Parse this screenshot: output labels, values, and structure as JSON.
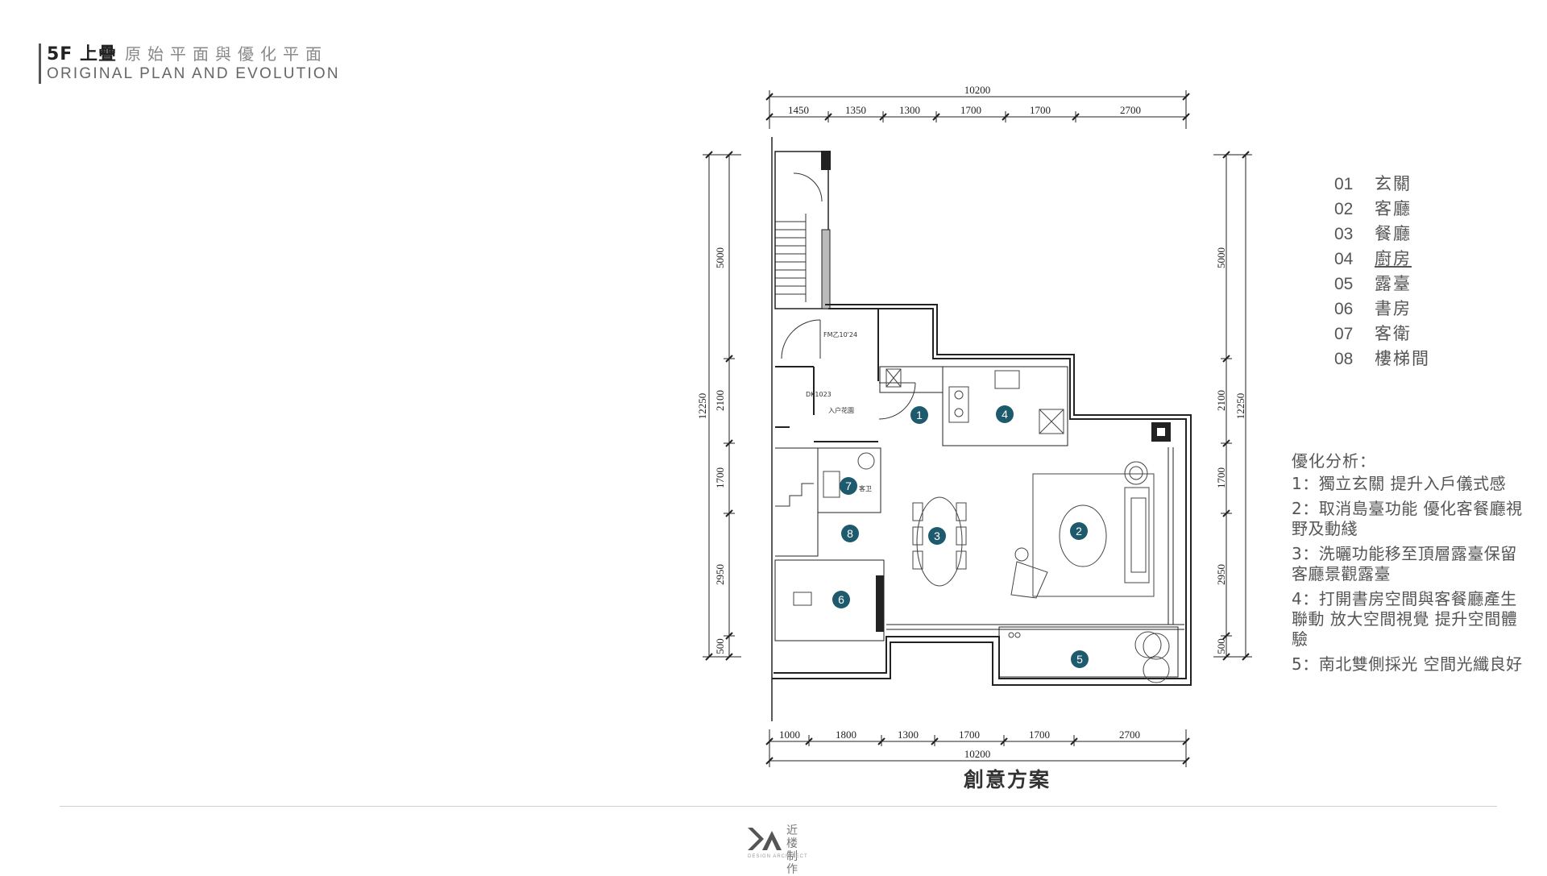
{
  "header": {
    "title_bold": "5F 上疊",
    "title_sub": "原始平面與優化平面",
    "subtitle_en": "ORIGINAL PLAN AND EVOLUTION"
  },
  "plan": {
    "top_total": "10200",
    "top_segments": [
      "1450",
      "1350",
      "1300",
      "1700",
      "1700",
      "2700"
    ],
    "bottom_total": "10200",
    "bottom_segments": [
      "1000",
      "1800",
      "1300",
      "1700",
      "1700",
      "2700"
    ],
    "left_total": "12250",
    "left_segments": [
      "5000",
      "2100",
      "1700",
      "2950",
      "500"
    ],
    "right_total": "12250",
    "right_segments": [
      "5000",
      "2100",
      "1700",
      "2950",
      "500"
    ],
    "room_labels": {
      "door_fm": "FM乙10'24",
      "dk": "DK1023",
      "entry_garden": "入户花園",
      "guest_wc": "客卫"
    },
    "markers": [
      "1",
      "2",
      "3",
      "4",
      "5",
      "6",
      "7",
      "8"
    ]
  },
  "legend": [
    {
      "num": "01",
      "label": "玄關"
    },
    {
      "num": "02",
      "label": "客廳"
    },
    {
      "num": "03",
      "label": "餐廳"
    },
    {
      "num": "04",
      "label": "廚房"
    },
    {
      "num": "05",
      "label": "露臺"
    },
    {
      "num": "06",
      "label": "書房"
    },
    {
      "num": "07",
      "label": "客衛"
    },
    {
      "num": "08",
      "label": "樓梯間"
    }
  ],
  "analysis": {
    "heading": "優化分析：",
    "items": [
      "1：獨立玄關 提升入戶儀式感",
      "2：取消島臺功能 優化客餐廳視野及動綫",
      "3：洗曬功能移至頂層露臺保留客廳景觀露臺",
      "4：打開書房空間與客餐廳產生聯動 放大空間視覺 提升空間體驗",
      "5：南北雙側採光 空間光纖良好"
    ]
  },
  "caption": "創意方案",
  "logo": {
    "cn": "近楼制作",
    "en": "DESIGN ARCHITECT"
  },
  "colors": {
    "marker": "#1e5a6e",
    "wall": "#222222",
    "text": "#555555"
  }
}
